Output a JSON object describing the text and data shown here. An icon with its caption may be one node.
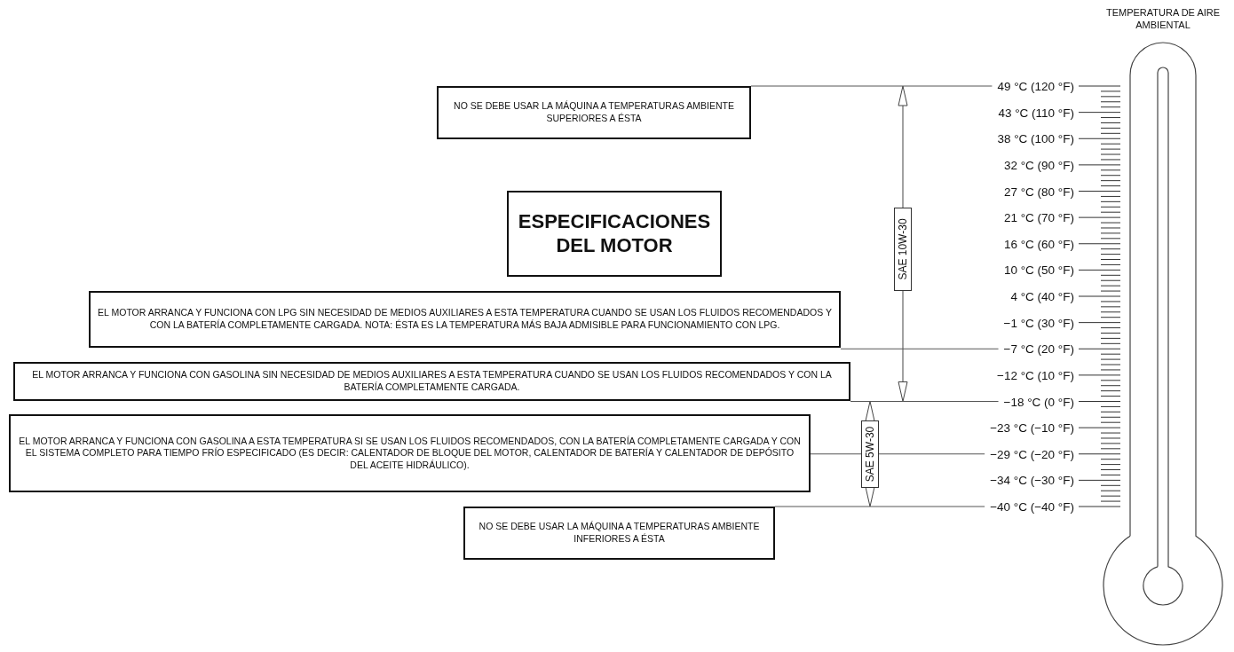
{
  "diagram": {
    "nodes": [
      {
        "text": [
          "NO SE DEBE USAR LA MÁQUINA A TEMPERATURAS AMBIENTE SUPERIORES A ÉSTA"
        ]
      },
      {
        "text": [
          "ESPECIFICACIONES DEL MOTOR"
        ]
      },
      {
        "text": [
          "EL MOTOR ARRANCA Y FUNCIONA CON LPG SIN NECESIDAD DE MEDIOS AUXILIARES A ESTA TEMPERATURA CUANDO SE USAN LOS FLUIDOS RECOMENDADOS Y CON LA BATERÍA COMPLETAMENTE CARGADA. NOTA: ÉSTA ES LA TEMPERATURA MÁS BAJA ADMISIBLE PARA FUNCIONAMIENTO CON LPG."
        ]
      },
      {
        "text": [
          "EL MOTOR ARRANCA Y FUNCIONA CON GASOLINA SIN NECESIDAD DE MEDIOS AUXILIARES A ESTA TEMPERATURA CUANDO SE USAN LOS FLUIDOS RECOMENDADOS Y CON LA BATERÍA COMPLETAMENTE CARGADA."
        ]
      },
      {
        "text": [
          "EL MOTOR ARRANCA Y FUNCIONA CON GASOLINA A ESTA TEMPERATURA SI SE USAN LOS FLUIDOS RECOMENDADOS, CON LA BATERÍA COMPLETAMENTE CARGADA Y CON EL SISTEMA COMPLETO PARA TIEMPO FRÍO ESPECIFICADO (ES DECIR: CALENTADOR DE BLOQUE DEL MOTOR, CALENTADOR DE BATERÍA Y CALENTADOR DE DEPÓSITO DEL ACEITE HIDRÁULICO)."
        ]
      },
      {
        "text": [
          "NO SE DEBE USAR LA MÁQUINA A TEMPERATURAS AMBIENTE INFERIORES A ÉSTA"
        ]
      },
      {
        "text": [
          "SAE 10W-30"
        ]
      },
      {
        "text": [
          "SAE 5W-30"
        ]
      },
      {
        "text": [
          "49 °C (120 °F)"
        ]
      },
      {
        "text": [
          "−7 °C (20 °F)"
        ]
      },
      {
        "text": [
          "−18 °C (0 °F)"
        ]
      },
      {
        "text": [
          "−29 °C (−20 °F)"
        ]
      },
      {
        "text": [
          "−40 °C (−40 °F)"
        ]
      }
    ],
    "edges": [
      {
        "from": 0,
        "to": 8,
        "arrow": "none"
      },
      {
        "from": 2,
        "to": 9,
        "arrow": "none"
      },
      {
        "from": 3,
        "to": 10,
        "arrow": "none"
      },
      {
        "from": 4,
        "to": 11,
        "arrow": "none"
      },
      {
        "from": 5,
        "to": 12,
        "arrow": "none"
      }
    ],
    "labels": [
      "TEMPERATURA DE AIRE AMBIENTAL",
      "43 °C (110 °F)",
      "38 °C (100 °F)",
      "32 °C (90 °F)",
      "27 °C (80 °F)",
      "21 °C (70 °F)",
      "16 °C (60 °F)",
      "10 °C (50 °F)",
      "4 °C (40 °F)",
      "−1 °C (30 °F)",
      "−12 °C (10 °F)",
      "−23 °C (−10 °F)",
      "−34 °C (−30 °F)"
    ]
  }
}
